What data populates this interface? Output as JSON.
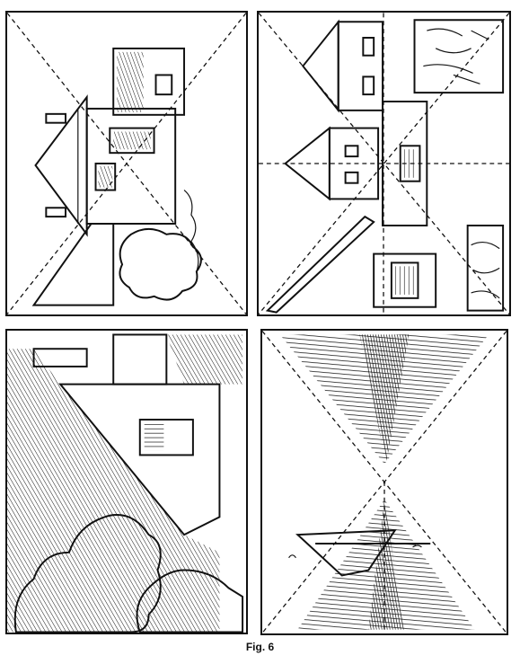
{
  "figure": {
    "caption": "Fig. 6"
  },
  "panels": [
    {
      "id": "house-sideways-with-dashed-diagonals"
    },
    {
      "id": "two-houses-with-dashed-guides"
    },
    {
      "id": "rotated-scene-with-trees"
    },
    {
      "id": "boat-with-shaded-triangles"
    }
  ],
  "colors": {
    "ink": "#111111",
    "paper": "#ffffff"
  }
}
